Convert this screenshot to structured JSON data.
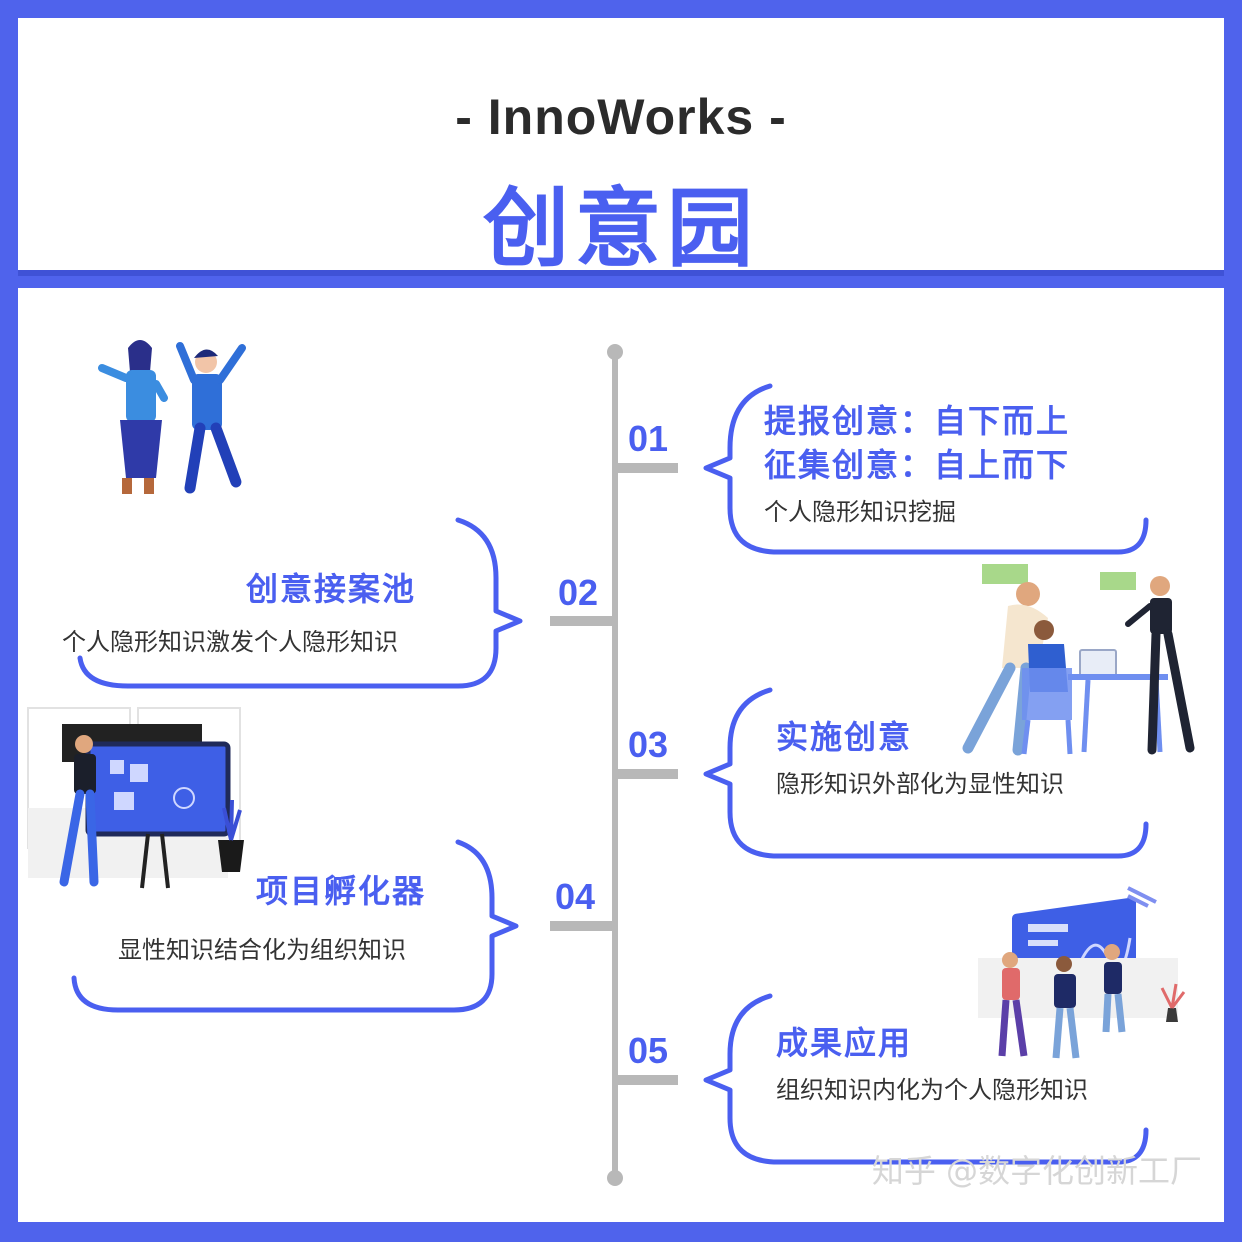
{
  "header": {
    "subtitle": "- InnoWorks -",
    "title": "创意园"
  },
  "steps": [
    {
      "num": "01",
      "titles": [
        "提报创意：自下而上",
        "征集创意：自上而下"
      ],
      "desc": "个人隐形知识挖掘",
      "side": "right"
    },
    {
      "num": "02",
      "titles": [
        "创意接案池"
      ],
      "desc": "个人隐形知识激发个人隐形知识",
      "side": "left"
    },
    {
      "num": "03",
      "titles": [
        "实施创意"
      ],
      "desc": "隐形知识外部化为显性知识",
      "side": "right"
    },
    {
      "num": "04",
      "titles": [
        "项目孵化器"
      ],
      "desc": "显性知识结合化为组织知识",
      "side": "left"
    },
    {
      "num": "05",
      "titles": [
        "成果应用"
      ],
      "desc": "组织知识内化为个人隐形知识",
      "side": "right"
    }
  ],
  "watermark": "知乎 @数字化创新工厂",
  "colors": {
    "accent": "#4a5ff0",
    "frame": "#4f63ec",
    "line": "#b8b8b8"
  }
}
